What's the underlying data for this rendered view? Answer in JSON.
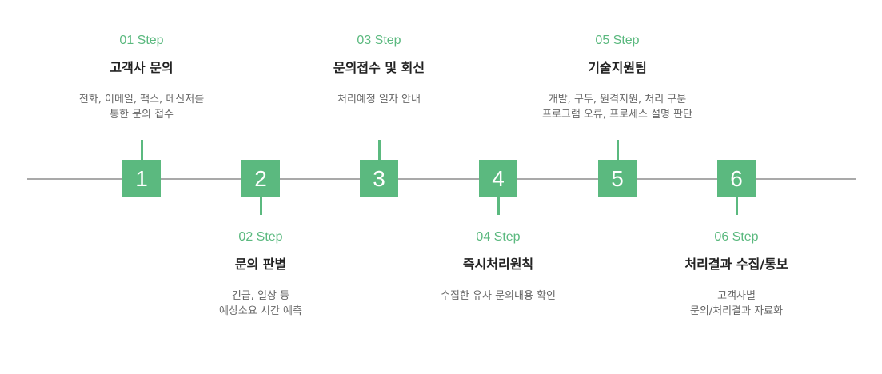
{
  "accent_color": "#5bb97f",
  "steps": [
    {
      "number": "1",
      "step": "01 Step",
      "title": "고객사 문의",
      "desc": [
        "전화, 이메일, 팩스, 메신저를",
        "통한 문의 접수"
      ]
    },
    {
      "number": "2",
      "step": "02 Step",
      "title": "문의 판별",
      "desc": [
        "긴급, 일상 등",
        "예상소요 시간 예측"
      ]
    },
    {
      "number": "3",
      "step": "03 Step",
      "title": "문의접수 및 회신",
      "desc": [
        "처리예정 일자 안내"
      ]
    },
    {
      "number": "4",
      "step": "04 Step",
      "title": "즉시처리원칙",
      "desc": [
        "수집한 유사 문의내용 확인"
      ]
    },
    {
      "number": "5",
      "step": "05 Step",
      "title": "기술지원팀",
      "desc": [
        "개발, 구두, 원격지원, 처리 구분",
        "프로그램 오류, 프로세스 설명 판단"
      ]
    },
    {
      "number": "6",
      "step": "06 Step",
      "title": "처리결과 수집/통보",
      "desc": [
        "고객사별",
        "문의/처리결과 자료화"
      ]
    }
  ]
}
